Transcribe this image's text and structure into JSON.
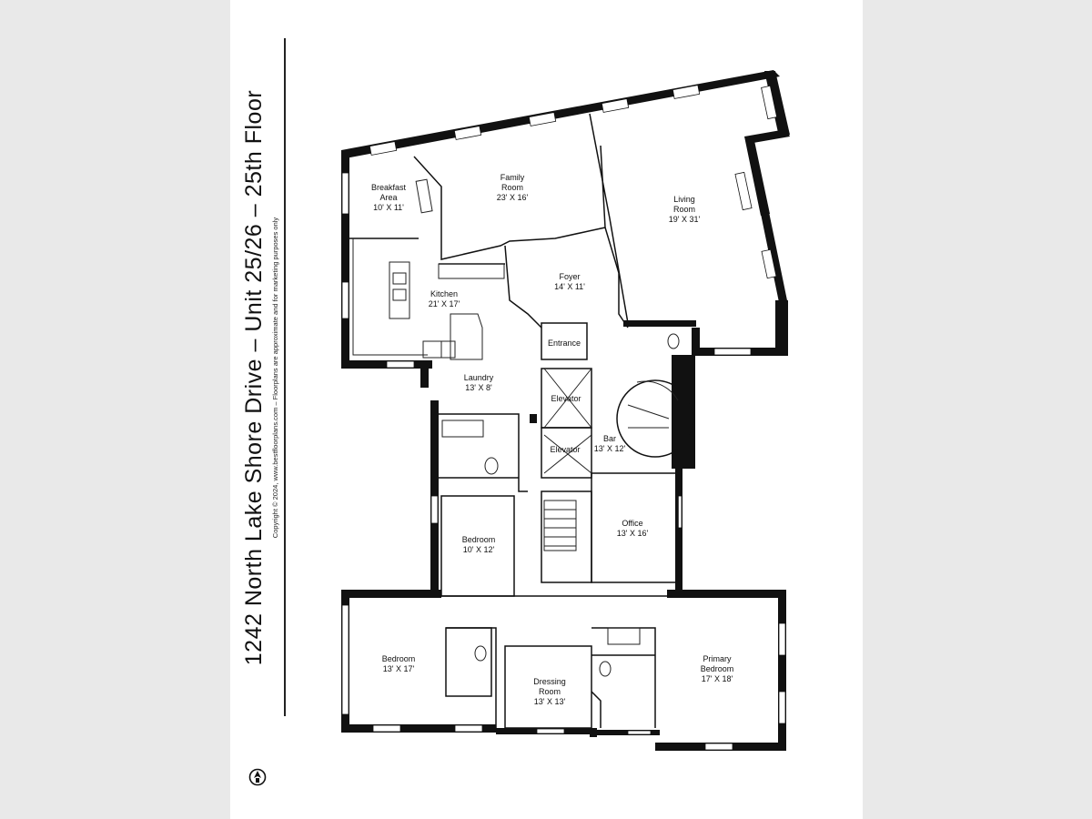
{
  "title": "1242 North Lake Shore Drive – Unit 25/26 – 25th Floor",
  "copyright": "Copyright © 2024, www.bestfloorplans.com – Floorplans are approximate and for marketing purposes only",
  "rooms": [
    {
      "id": "breakfast",
      "name_lines": [
        "Breakfast",
        "Area"
      ],
      "dims": "10' X 11'"
    },
    {
      "id": "family",
      "name_lines": [
        "Family",
        "Room"
      ],
      "dims": "23' X 16'"
    },
    {
      "id": "living",
      "name_lines": [
        "Living",
        "Room"
      ],
      "dims": "19' X 31'"
    },
    {
      "id": "kitchen",
      "name_lines": [
        "Kitchen"
      ],
      "dims": "21' X 17'"
    },
    {
      "id": "foyer",
      "name_lines": [
        "Foyer"
      ],
      "dims": "14' X 11'"
    },
    {
      "id": "entrance",
      "name_lines": [
        "Entrance"
      ],
      "dims": ""
    },
    {
      "id": "laundry",
      "name_lines": [
        "Laundry"
      ],
      "dims": "13' X 8'"
    },
    {
      "id": "elevator1",
      "name_lines": [
        "Elevator"
      ],
      "dims": ""
    },
    {
      "id": "elevator2",
      "name_lines": [
        "Elevator"
      ],
      "dims": ""
    },
    {
      "id": "bar",
      "name_lines": [
        "Bar"
      ],
      "dims": "13' X 12'"
    },
    {
      "id": "office",
      "name_lines": [
        "Office"
      ],
      "dims": "13' X 16'"
    },
    {
      "id": "bedroom2",
      "name_lines": [
        "Bedroom"
      ],
      "dims": "10' X 12'"
    },
    {
      "id": "bedroom1",
      "name_lines": [
        "Bedroom"
      ],
      "dims": "13' X 17'"
    },
    {
      "id": "dressing",
      "name_lines": [
        "Dressing",
        "Room"
      ],
      "dims": "13' X 13'"
    },
    {
      "id": "primary",
      "name_lines": [
        "Primary",
        "Bedroom"
      ],
      "dims": "17' X 18'"
    }
  ],
  "icons": {
    "compass": "compass-icon"
  }
}
